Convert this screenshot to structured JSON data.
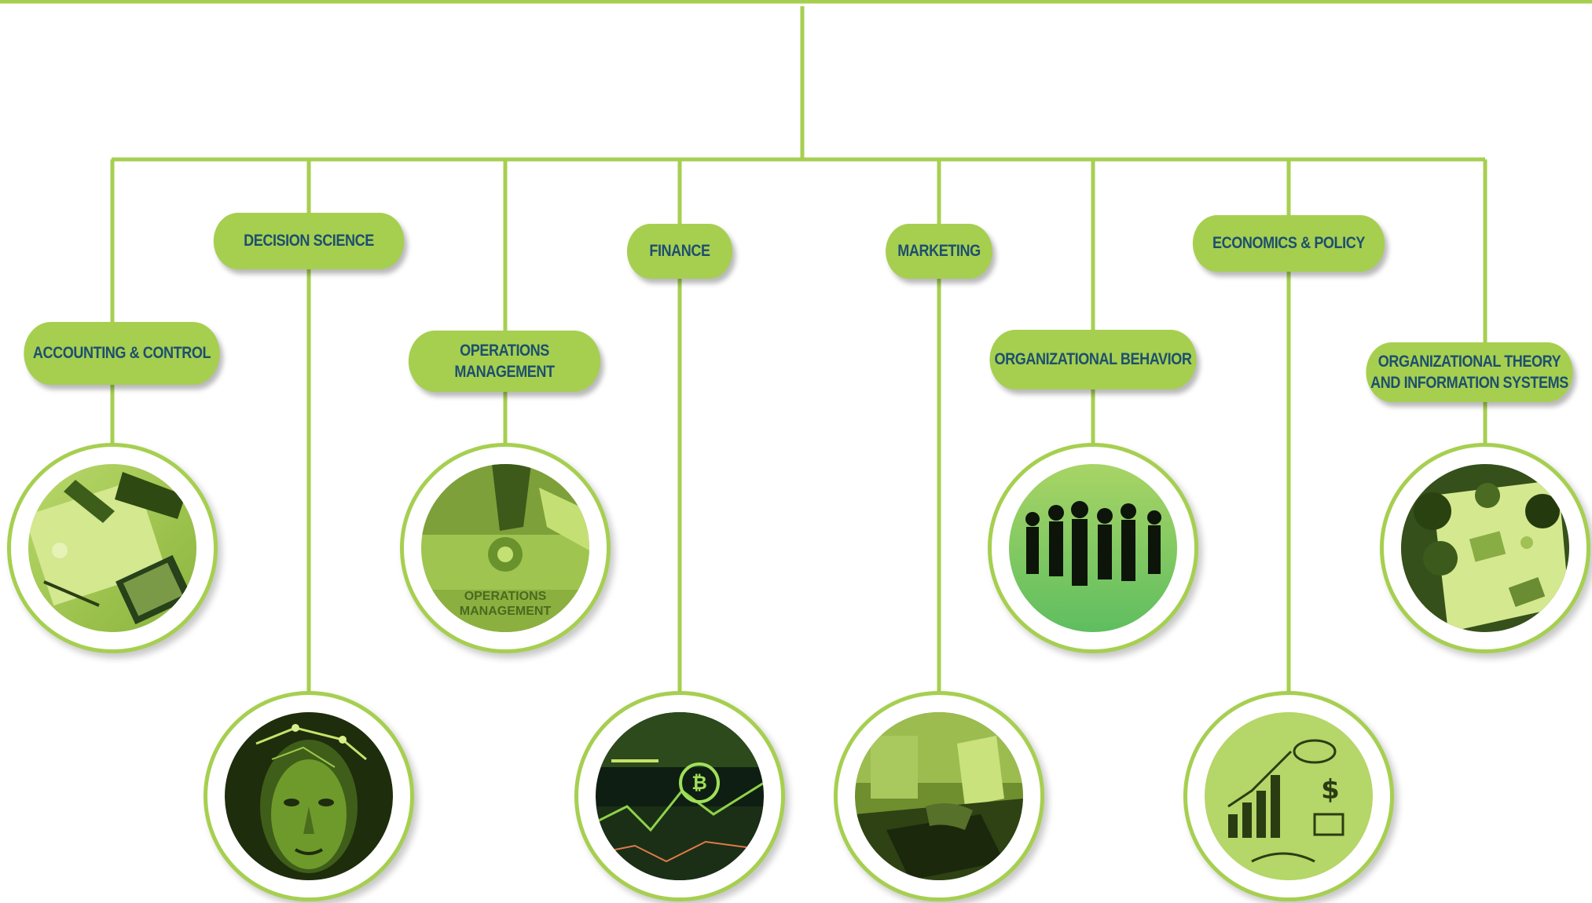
{
  "colors": {
    "line": "#a6cf50",
    "pill_fill": "#a6cf50",
    "pill_text": "#1d4f6e"
  },
  "departments": {
    "accounting": {
      "label": "ACCOUNTING & CONTROL",
      "icon": "accounting-photo"
    },
    "decision": {
      "label": "DECISION SCIENCE",
      "icon": "ai-head-photo"
    },
    "operations": {
      "label": "OPERATIONS MANAGEMENT",
      "icon": "operations-photo",
      "photo_caption_1": "OPERATIONS",
      "photo_caption_2": "MANAGEMENT"
    },
    "finance": {
      "label": "FINANCE",
      "icon": "bitcoin-chart-photo"
    },
    "marketing": {
      "label": "MARKETING",
      "icon": "laptop-typing-photo"
    },
    "orgbehavior": {
      "label": "ORGANIZATIONAL BEHAVIOR",
      "icon": "business-people-photo"
    },
    "economics": {
      "label": "ECONOMICS & POLICY",
      "icon": "doodle-chart-photo"
    },
    "orgtheory": {
      "label_line1": "ORGANIZATIONAL THEORY",
      "label_line2": "AND INFORMATION SYSTEMS",
      "icon": "meeting-table-photo"
    }
  }
}
